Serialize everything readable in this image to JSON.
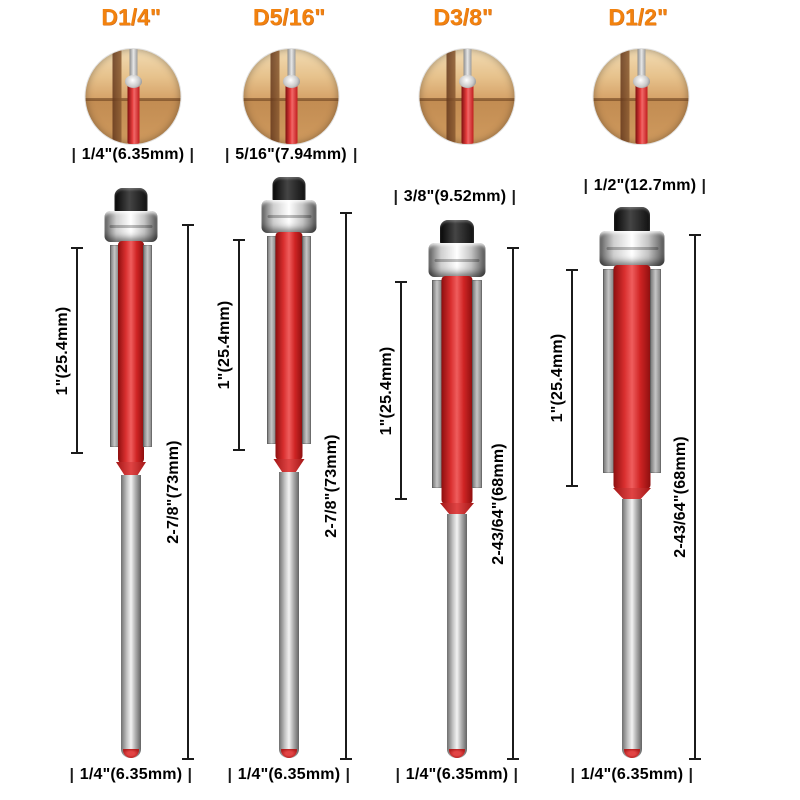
{
  "page": {
    "background": "#ffffff"
  },
  "colors": {
    "title_orange": "#f2820e",
    "cutter_red": "#d42b2b",
    "dimension_line": "#1b1b1b",
    "wood_tan": "#d6a369"
  },
  "bits": [
    {
      "id": "d1-4",
      "title": "D1/4\"",
      "diameter_label": "1/4\"(6.35mm)",
      "cut_length_label": "1\"(25.4mm)",
      "overall_length_label": "2-7/8\"(73mm)",
      "shank_label": "1/4\"(6.35mm)"
    },
    {
      "id": "d5-16",
      "title": "D5/16\"",
      "diameter_label": "5/16\"(7.94mm)",
      "cut_length_label": "1\"(25.4mm)",
      "overall_length_label": "2-7/8\"(73mm)",
      "shank_label": "1/4\"(6.35mm)"
    },
    {
      "id": "d3-8",
      "title": "D3/8\"",
      "diameter_label": "3/8\"(9.52mm)",
      "cut_length_label": "1\"(25.4mm)",
      "overall_length_label": "2-43/64\"(68mm)",
      "shank_label": "1/4\"(6.35mm)"
    },
    {
      "id": "d1-2",
      "title": "D1/2\"",
      "diameter_label": "1/2\"(12.7mm)",
      "cut_length_label": "1\"(25.4mm)",
      "overall_length_label": "2-43/64\"(68mm)",
      "shank_label": "1/4\"(6.35mm)"
    }
  ]
}
